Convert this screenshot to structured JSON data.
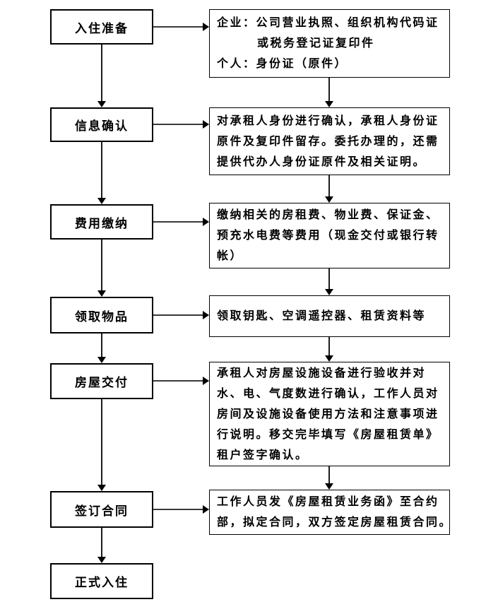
{
  "flow": {
    "steps": [
      {
        "label": "入住准备",
        "detail_lines": [
          "企业：公司营业执照、组织机构代码证",
          "或税务登记证复印件",
          "个人：身份证（原件）"
        ]
      },
      {
        "label": "信息确认",
        "detail_lines": [
          "对承租人身份进行确认，承租人身份证",
          "原件及复印件留存。委托办理的，还需",
          "提供代办人身份证原件及相关证明。"
        ]
      },
      {
        "label": "费用缴纳",
        "detail_lines": [
          "缴纳相关的房租费、物业费、保证金、",
          "预充水电费等费用（现金交付或银行转",
          "帐）"
        ]
      },
      {
        "label": "领取物品",
        "detail_lines": [
          "领取钥匙、空调遥控器、租赁资料等"
        ]
      },
      {
        "label": "房屋交付",
        "detail_lines": [
          "承租人对房屋设施设备进行验收并对",
          "水、电、气度数进行确认，工作人员对",
          "房间及设施设备使用方法和注意事项进",
          "行说明。移交完毕填写《房屋租赁单》",
          "租户签字确认。"
        ]
      },
      {
        "label": "签订合同",
        "detail_lines": [
          "工作人员发《房屋租赁业务函》至合约",
          "部，拟定合同，双方签定房屋租赁合同。"
        ]
      },
      {
        "label": "正式入住",
        "detail_lines": []
      }
    ],
    "colors": {
      "border": "#000000",
      "line": "#1c1c1c",
      "background": "#ffffff",
      "text": "#000000"
    }
  }
}
